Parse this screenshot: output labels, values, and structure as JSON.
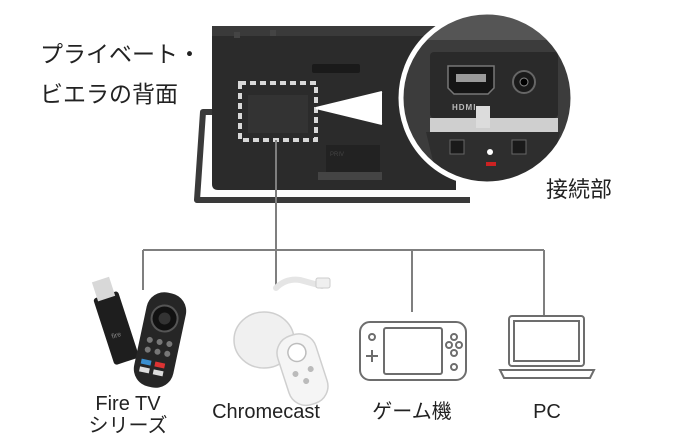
{
  "title": {
    "line1": "プライベート・",
    "line2": "ビエラの背面"
  },
  "callout_label": "接続部",
  "port_labels": {
    "hdmi": "HDMI"
  },
  "devices": [
    {
      "label_line1": "Fire TV",
      "label_line2": "シリーズ",
      "icon": "fire-tv-stick-icon"
    },
    {
      "label_line1": "Chromecast",
      "label_line2": "",
      "icon": "chromecast-icon"
    },
    {
      "label_line1": "ゲーム機",
      "label_line2": "",
      "icon": "game-console-icon"
    },
    {
      "label_line1": "PC",
      "label_line2": "",
      "icon": "laptop-icon"
    }
  ],
  "colors": {
    "connector_line": "#7f7f7f",
    "tv_body": "#2b2b2b",
    "highlight_dash": "#d9d9d9",
    "outline_icon": "#6d6d6d"
  }
}
